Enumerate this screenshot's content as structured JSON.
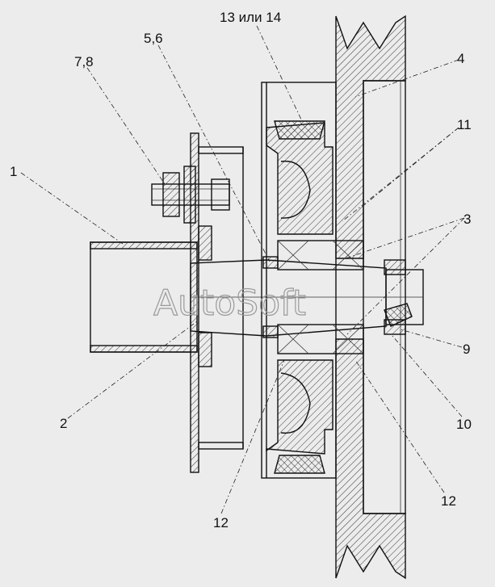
{
  "labels": {
    "l1": "1",
    "l2": "2",
    "l3": "3",
    "l4": "4",
    "l56": "5,6",
    "l78": "7,8",
    "l9": "9",
    "l10": "10",
    "l11": "11",
    "l12a": "12",
    "l12b": "12",
    "l1314": "13 или 14"
  },
  "watermark": "AutoSoft",
  "colors": {
    "background": "#ececec",
    "line": "#111111",
    "watermark": "#9a9a9a"
  }
}
